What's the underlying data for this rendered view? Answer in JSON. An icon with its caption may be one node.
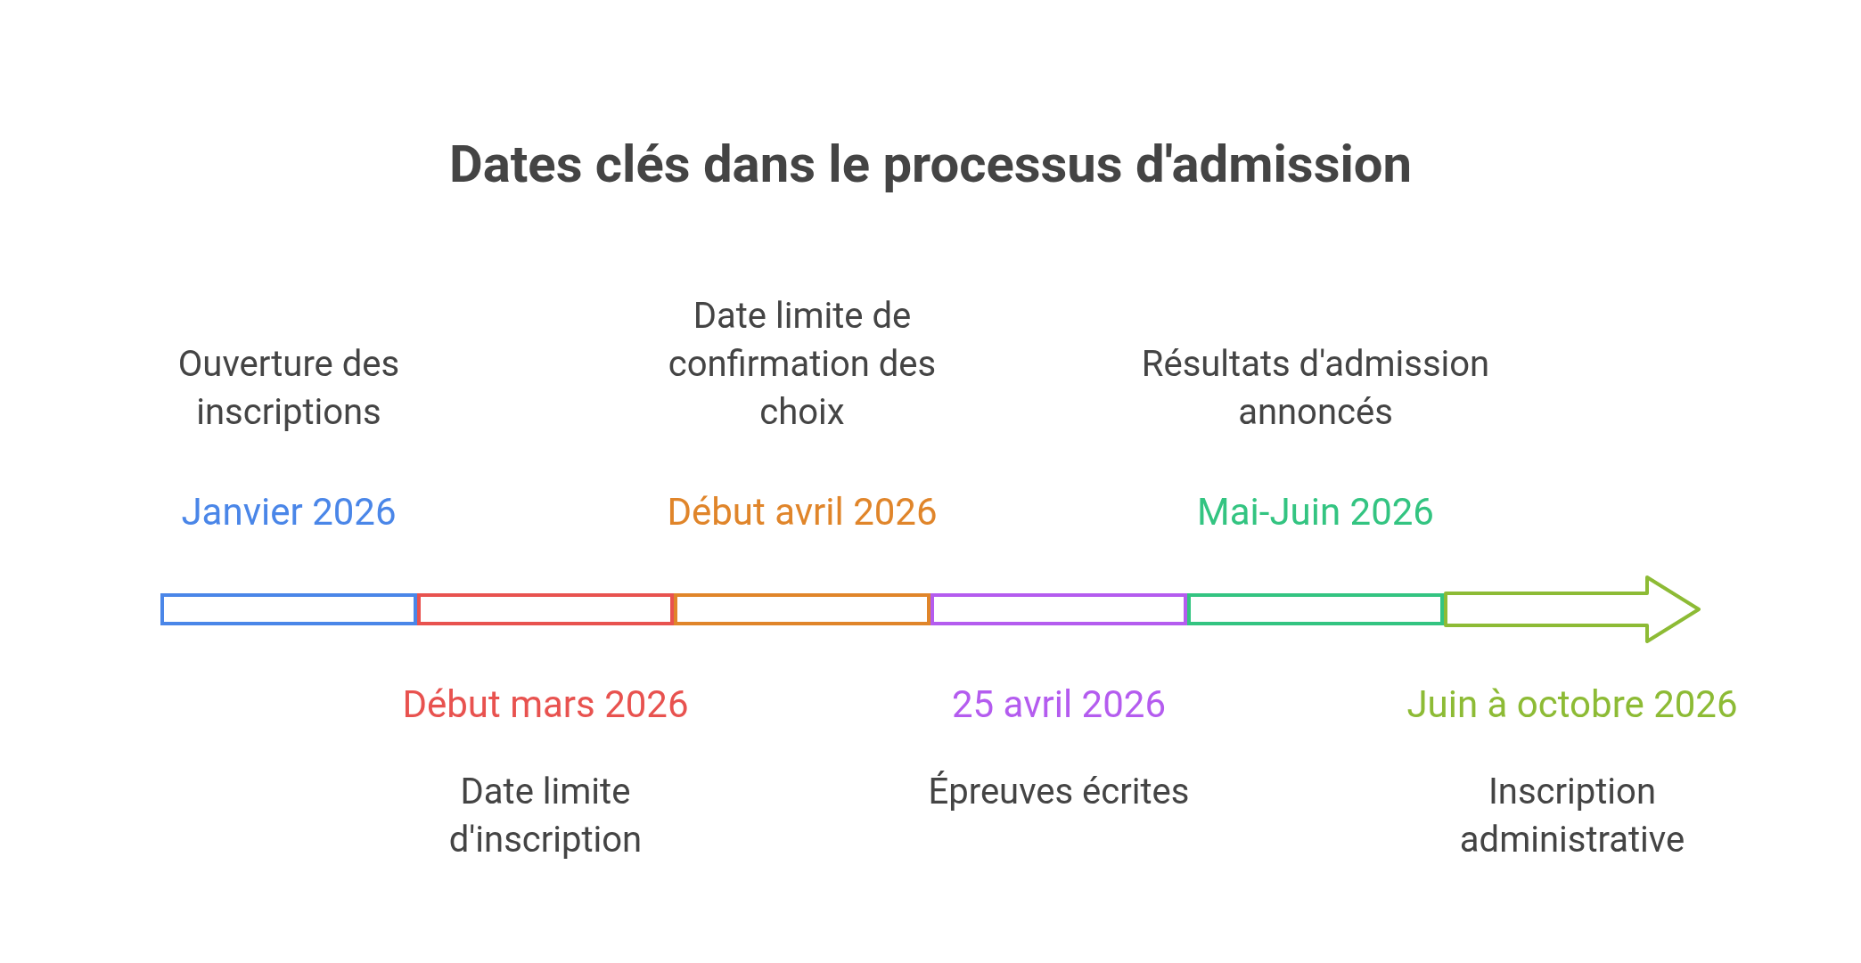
{
  "diagram": {
    "title": "Dates clés dans le processus d'admission",
    "nodes": [
      {
        "text": [],
        "shape": "bar",
        "beside": [
          "Ouverture des inscriptions",
          "Janvier 2026"
        ]
      },
      {
        "text": [],
        "shape": "bar",
        "beside": [
          "Début mars 2026",
          "Date limite d'inscription"
        ]
      },
      {
        "text": [],
        "shape": "bar",
        "beside": [
          "Date limite de confirmation des choix",
          "Début avril 2026"
        ]
      },
      {
        "text": [],
        "shape": "bar",
        "beside": [
          "25 avril 2026",
          "Épreuves écrites"
        ]
      },
      {
        "text": [],
        "shape": "bar",
        "beside": [
          "Résultats d'admission annoncés",
          "Mai-Juin 2026"
        ]
      },
      {
        "text": [],
        "shape": "arrow",
        "beside": [
          "Juin à octobre 2026",
          "Inscription administrative"
        ]
      }
    ]
  }
}
